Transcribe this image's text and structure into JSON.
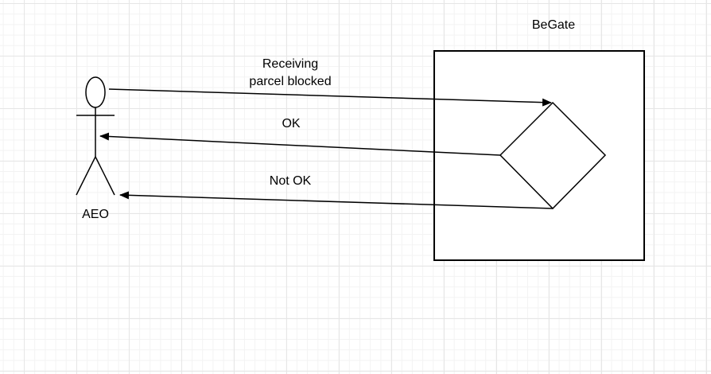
{
  "diagram": {
    "system_label": "BeGate",
    "actor_label": "AEO",
    "messages": {
      "request_line1": "Receiving",
      "request_line2": "parcel blocked",
      "ok": "OK",
      "not_ok": "Not OK"
    }
  }
}
